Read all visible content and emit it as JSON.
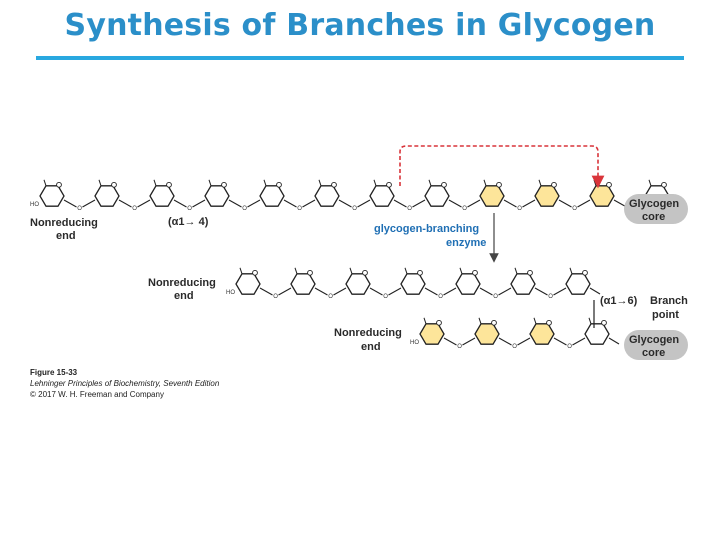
{
  "title": "Synthesis of Branches in Glycogen",
  "labels": {
    "nonreducing_end_1": [
      "Nonreducing",
      "end"
    ],
    "nonreducing_end_2": [
      "Nonreducing",
      "end"
    ],
    "nonreducing_end_3": [
      "Nonreducing",
      "end"
    ],
    "alpha14": "(α1→ 4)",
    "alpha16": "(α1→6)",
    "enzyme": [
      "glycogen-branching",
      "enzyme"
    ],
    "glycogen_core_1": [
      "Glycogen",
      "core"
    ],
    "glycogen_core_2": [
      "Glycogen",
      "core"
    ],
    "branch_point": [
      "Branch",
      "point"
    ],
    "ho": "HO",
    "o": "O"
  },
  "caption": {
    "figure": "Figure 15-33",
    "book": "Lehninger Principles of Biochemistry, Seventh Edition",
    "copyright": "© 2017 W. H. Freeman and Company"
  },
  "colors": {
    "title": "#2b8fc9",
    "rule": "#29a8e0",
    "ring_white": "#ffffff",
    "ring_yellow": "#fde59a",
    "arrow_red": "#d9343a",
    "enzyme_text": "#1f6fb4",
    "core_badge": "#b9b9b9"
  }
}
